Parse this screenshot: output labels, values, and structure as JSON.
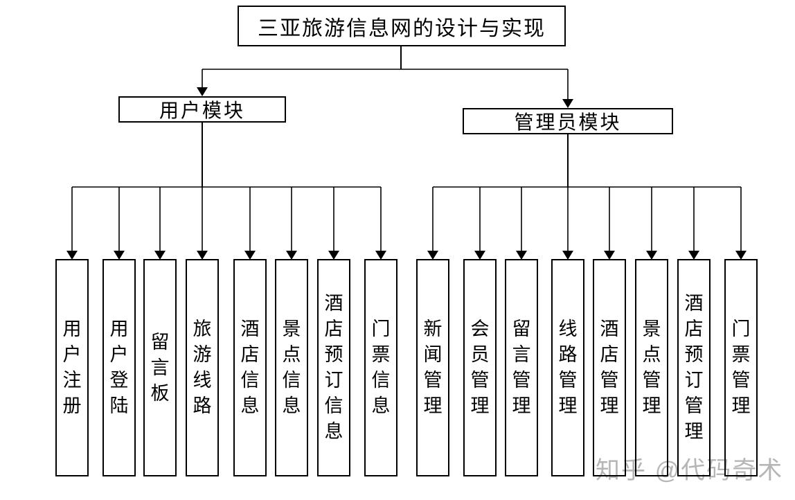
{
  "diagram": {
    "title": "三亚旅游信息网的设计与实现",
    "branches": [
      {
        "label": "用户模块",
        "children": [
          "用户注册",
          "用户登陆",
          "留言板",
          "旅游线路",
          "酒店信息",
          "景点信息",
          "酒店预订信息",
          "门票信息"
        ]
      },
      {
        "label": "管理员模块",
        "children": [
          "新闻管理",
          "会员管理",
          "留言管理",
          "线路管理",
          "酒店管理",
          "景点管理",
          "酒店预订管理",
          "门票管理"
        ]
      }
    ]
  },
  "watermark": {
    "text": "知乎 @代码奇术",
    "color": "#b2b2b2"
  },
  "colors": {
    "line": "#000000",
    "border": "#000000",
    "text": "#000000",
    "background": "#ffffff"
  }
}
